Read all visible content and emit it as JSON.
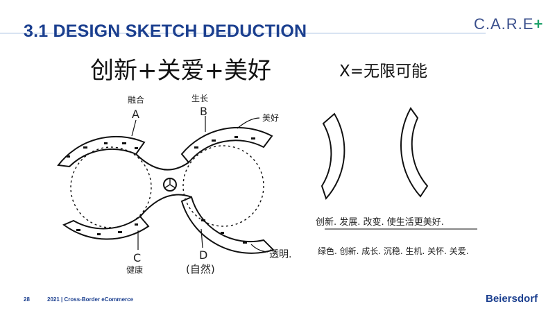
{
  "slide": {
    "title": "3.1 DESIGN SKETCH DEDUCTION",
    "logo": {
      "text": "C.A.R.E",
      "plus": "+"
    },
    "subtitle": "创新+关爱+美好",
    "formula": "X=无限可能"
  },
  "sketch": {
    "label_a_top": "融合",
    "label_a": "A",
    "label_b_top": "生长",
    "label_b": "B",
    "label_meihao": "美好",
    "label_c": "C",
    "label_c_bottom": "健康",
    "label_d": "D",
    "label_d_bottom": "(自然)",
    "label_tongming": "透明.",
    "note_line1": "创新. 发展. 改变. 使生活更美好.",
    "note_line2": "绿色. 创新. 成长. 沉稳. 生机. 关怀. 关爱."
  },
  "footer": {
    "page_number": "28",
    "text": "2021 | Cross-Border eCommerce",
    "brand": "Beiersdorf"
  },
  "colors": {
    "title": "#1b3f8f",
    "logo_plus": "#1ea26b",
    "ink": "#111111"
  }
}
